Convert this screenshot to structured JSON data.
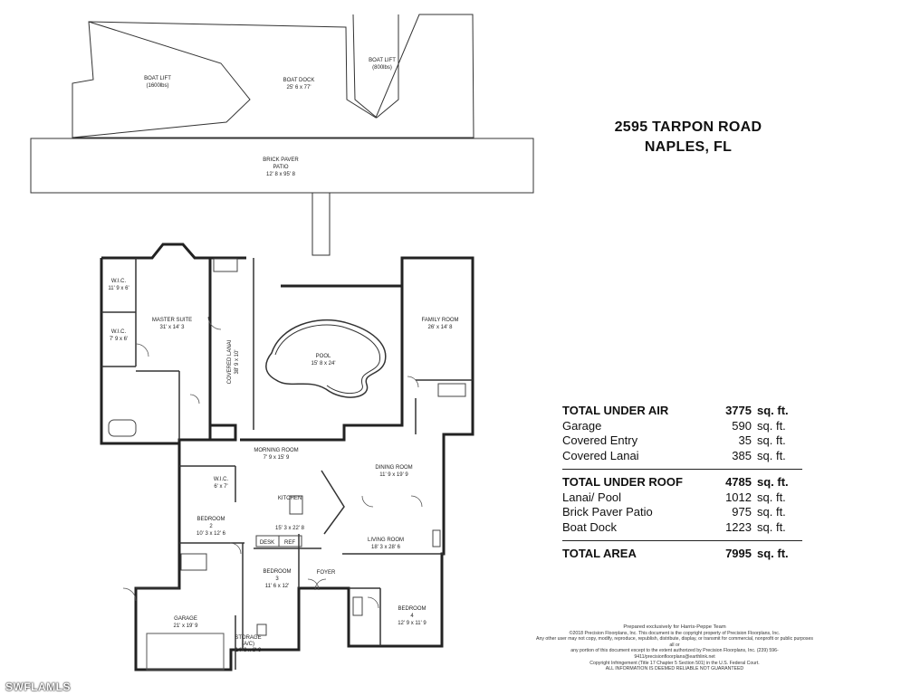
{
  "address": {
    "line1": "2595 TARPON ROAD",
    "line2": "NAPLES, FL"
  },
  "areas": {
    "group1": [
      {
        "label": "TOTAL UNDER AIR",
        "value": "3775",
        "unit": "sq. ft.",
        "bold": true
      },
      {
        "label": "Garage",
        "value": "590",
        "unit": "sq. ft."
      },
      {
        "label": "Covered Entry",
        "value": "35",
        "unit": "sq. ft."
      },
      {
        "label": "Covered Lanai",
        "value": "385",
        "unit": "sq. ft."
      }
    ],
    "group2": [
      {
        "label": "TOTAL UNDER ROOF",
        "value": "4785",
        "unit": "sq. ft.",
        "bold": true
      },
      {
        "label": "Lanai/ Pool",
        "value": "1012",
        "unit": "sq. ft."
      },
      {
        "label": "Brick Paver Patio",
        "value": "975",
        "unit": "sq. ft."
      },
      {
        "label": "Boat Dock",
        "value": "1223",
        "unit": "sq. ft."
      }
    ],
    "total": {
      "label": "TOTAL AREA",
      "value": "7995",
      "unit": "sq. ft.",
      "bold": true
    }
  },
  "rooms": {
    "boat_lift_1": {
      "name": "BOAT LIFT",
      "dims": "(1600lbs)"
    },
    "boat_dock": {
      "name": "BOAT DOCK",
      "dims": "25' 6 x 77'"
    },
    "boat_lift_2": {
      "name": "BOAT LIFT",
      "dims": "(800lbs)"
    },
    "patio": {
      "name": "BRICK PAVER",
      "name2": "PATIO",
      "dims": "12' 8 x 95' 8"
    },
    "wic1": {
      "name": "W.I.C.",
      "dims": "11' 9 x 6'"
    },
    "wic2": {
      "name": "W.I.C.",
      "dims": "7' 9 x 6'"
    },
    "master": {
      "name": "MASTER SUITE",
      "dims": "31' x 14' 3"
    },
    "lanai": {
      "name": "COVERED LANAI",
      "dims": "38' 9 x 10'"
    },
    "pool": {
      "name": "POOL",
      "dims": "15' 8 x 24'"
    },
    "family": {
      "name": "FAMILY ROOM",
      "dims": "26' x 14' 8"
    },
    "morning": {
      "name": "MORNING ROOM",
      "dims": "7' 9 x 15' 9"
    },
    "dining": {
      "name": "DINING ROOM",
      "dims": "11' 9 x 19' 9"
    },
    "wic3": {
      "name": "W.I.C.",
      "dims": "6' x 7'"
    },
    "kitchen": {
      "name": "KITCHEN",
      "dims": "15' 3 x 22' 8"
    },
    "bed2": {
      "name": "BEDROOM",
      "num": "2",
      "dims": "10' 3 x 12' 6"
    },
    "living": {
      "name": "LIVING ROOM",
      "dims": "18' 3 x 28' 6"
    },
    "desk": "DESK",
    "ref": "REF",
    "bed3": {
      "name": "BEDROOM",
      "num": "3",
      "dims": "11' 6 x 12'"
    },
    "foyer": {
      "name": "FOYER"
    },
    "bed4": {
      "name": "BEDROOM",
      "num": "4",
      "dims": "12' 9 x 11' 9"
    },
    "garage": {
      "name": "GARAGE",
      "dims": "21' x 19' 9"
    },
    "storage": {
      "name": "STORAGE",
      "sub": "(A/C)",
      "dims": "14' 9 x 8' 9"
    }
  },
  "credits": {
    "line1": "Prepared exclusively for Harris-Peppe Team",
    "line2": "©2018 Precision Floorplans, Inc. This document is the copyright property of Precision Floorplans, Inc.",
    "line3": "Any other user may not copy, modify, reproduce, republish, distribute, display, or transmit for commercial, nonprofit or public purposes all or",
    "line4": "any portion of this document except to the extent authorized by Precision Floorplans, Inc. (239) 596-9411/precisionfloorplans@earthlink.net",
    "line5": "Copyright Infringement (Title 17 Chapter 5 Section 501) in the U.S. Federal Court.",
    "line6": "ALL INFORMATION IS DEEMED RELIABLE NOT GUARANTEED"
  },
  "watermark": "SWFLAMLS"
}
